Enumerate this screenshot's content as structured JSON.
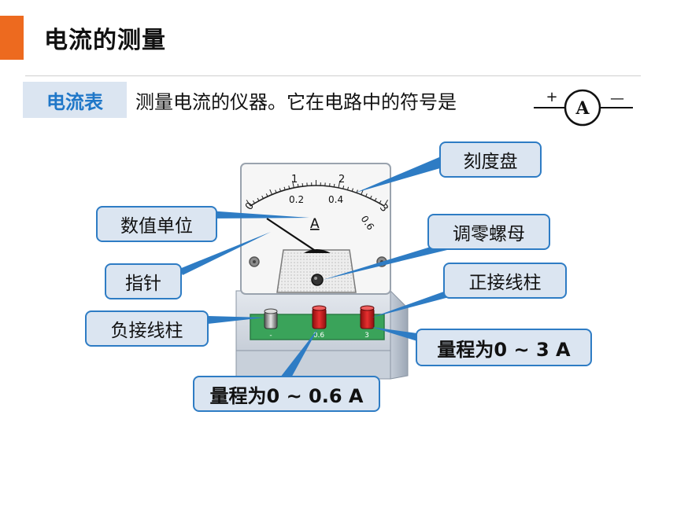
{
  "header": {
    "title": "电流的测量"
  },
  "definition": {
    "tag": "电流表",
    "text": "测量电流的仪器。它在电路中的符号是",
    "symbol": {
      "plus": "+",
      "letter": "A",
      "minus": "—"
    }
  },
  "meter": {
    "scale_top": [
      "0",
      "1",
      "2",
      "3"
    ],
    "scale_bottom": [
      "0.2",
      "0.4",
      "0.6"
    ],
    "unit": "A",
    "terminal_labels": [
      "-",
      "0.6",
      "3"
    ]
  },
  "callouts": {
    "scale_dial": "刻度盘",
    "unit_symbol": "数值单位",
    "zero_adjust": "调零螺母",
    "pointer": "指针",
    "positive_terminal": "正接线柱",
    "negative_terminal": "负接线柱",
    "range_3a": "量程为0 ~ 3 A",
    "range_06a": "量程为0 ~ 0.6 A"
  },
  "colors": {
    "accent": "#ED6A1F",
    "tag_bg": "#DBE5F1",
    "tag_text": "#1F77C8",
    "callout_border": "#2E7CC4",
    "board_green": "#3AA35A",
    "terminal_red": "#D42020"
  }
}
